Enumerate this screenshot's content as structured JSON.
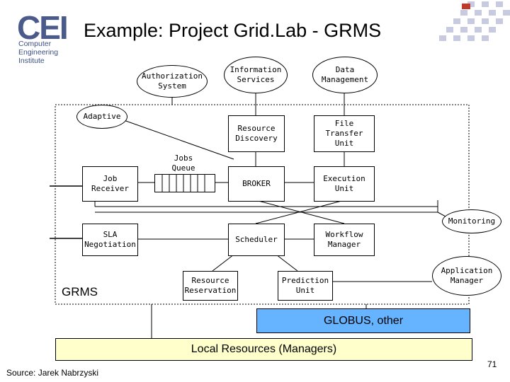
{
  "logo": {
    "initials": "CEI",
    "lines": [
      "Computer",
      "Engineering",
      "Institute"
    ]
  },
  "title": "Example: Project Grid.Lab - GRMS",
  "nodes": {
    "authorization": "Authorization System",
    "information_services": "Information Services",
    "data_management": "Data Management",
    "adaptive": "Adaptive",
    "resource_discovery": "Resource Discovery",
    "file_transfer": "File Transfer Unit",
    "jobs_queue": "Jobs Queue",
    "job_receiver": "Job Receiver",
    "broker": "BROKER",
    "execution_unit": "Execution Unit",
    "monitoring": "Monitoring",
    "sla_negotiation": "SLA Negotiation",
    "scheduler": "Scheduler",
    "workflow_manager": "Workflow Manager",
    "application_manager": "Application Manager",
    "resource_reservation": "Resource Reservation",
    "prediction_unit": "Prediction Unit"
  },
  "grms_label": "GRMS",
  "globus_label": "GLOBUS, other",
  "local_resources_label": "Local Resources (Managers)",
  "source": "Source: Jarek Nabrzyski",
  "page_number": "71"
}
